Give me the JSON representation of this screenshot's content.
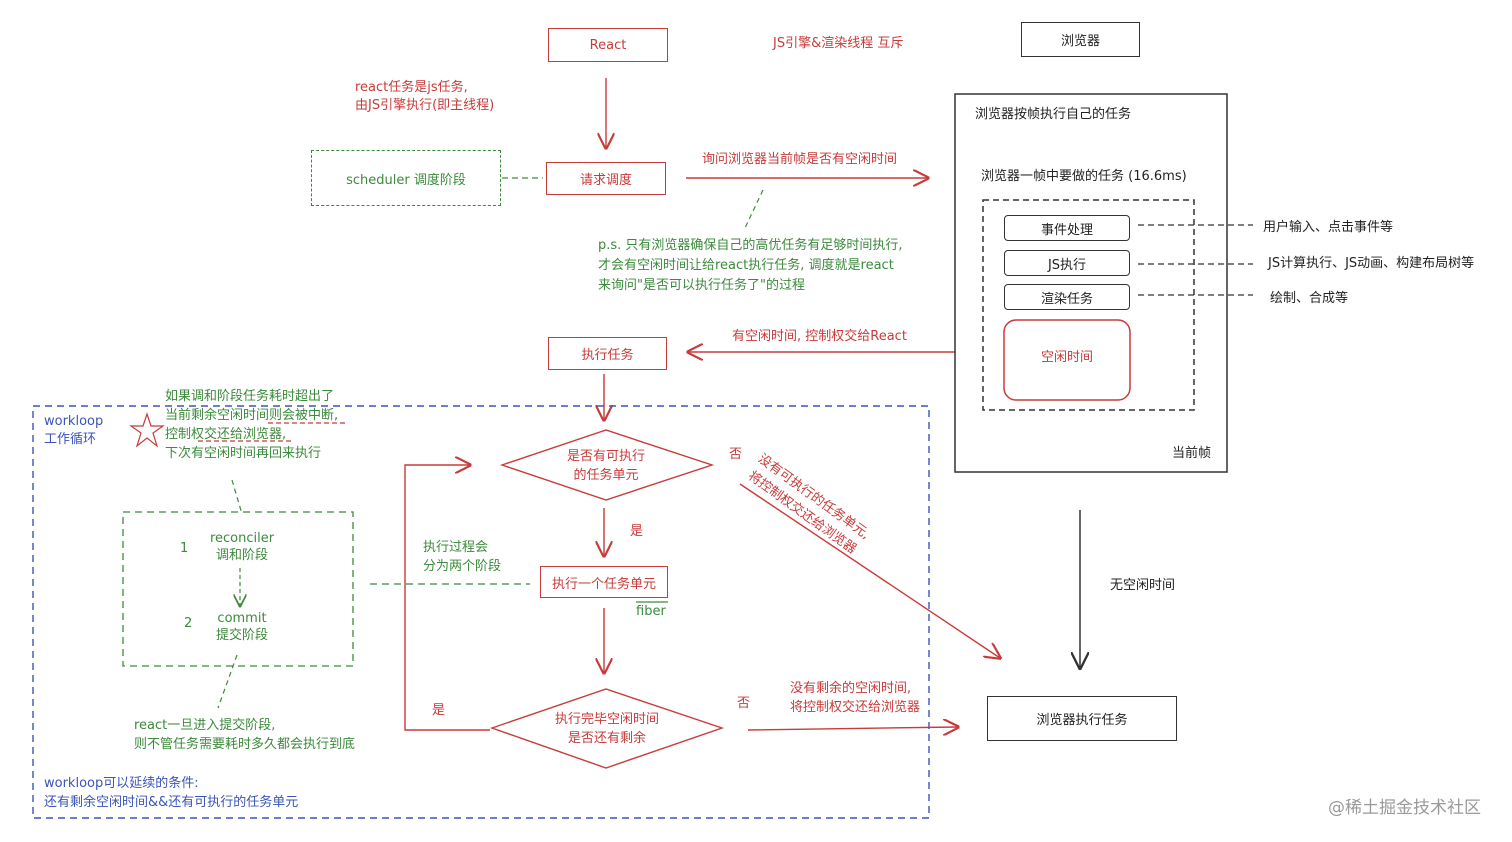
{
  "top": {
    "react_box": "React",
    "mutex_note": "JS引擎&渲染线程 互斥",
    "browser_box": "浏览器"
  },
  "notes": {
    "react_task_1": "react任务是js任务,",
    "react_task_2": "由JS引擎执行(即主线程)",
    "scheduler": "scheduler 调度阶段",
    "ask_browser": "询问浏览器当前帧是否有空闲时间",
    "ps_1": "p.s. 只有浏览器确保自己的高优任务有足够时间执行,",
    "ps_2": "才会有空闲时间让给react执行任务, 调度就是react",
    "ps_3": "来询问\"是否可以执行任务了\"的过程",
    "has_idle": "有空闲时间, 控制权交给React",
    "interrupt_1": "如果调和阶段任务耗时超出了",
    "interrupt_2": "当前剩余空闲时间则会被中断,",
    "interrupt_3": "控制权交还给浏览器,",
    "interrupt_4": "下次有空闲时间再回来执行",
    "workloop_1": "workloop",
    "workloop_2": "工作循环",
    "exec_phases_1": "执行过程会",
    "exec_phases_2": "分为两个阶段",
    "reconciler_num": "1",
    "reconciler_en": "reconciler",
    "reconciler_cn": "调和阶段",
    "commit_num": "2",
    "commit_en": "commit",
    "commit_cn": "提交阶段",
    "commit_note_1": "react一旦进入提交阶段,",
    "commit_note_2": "则不管任务需要耗时多久都会执行到底",
    "continue_1": "workloop可以延续的条件:",
    "continue_2": "还有剩余空闲时间&&还有可执行的任务单元",
    "fiber": "fiber",
    "no_unit_1": "没有可执行的任务单元,",
    "no_unit_2": "将控制权交还给浏览器",
    "no_idle_left_1": "没有剩余的空闲时间,",
    "no_idle_left_2": "将控制权交还给浏览器",
    "no_idle": "无空闲时间"
  },
  "flow": {
    "request_schedule": "请求调度",
    "execute_task": "执行任务",
    "decision_1_a": "是否有可执行",
    "decision_1_b": "的任务单元",
    "execute_unit": "执行一个任务单元",
    "decision_2_a": "执行完毕空闲时间",
    "decision_2_b": "是否还有剩余",
    "yes_1": "是",
    "no_1": "否",
    "yes_2": "是",
    "no_2": "否"
  },
  "browser_frame": {
    "title": "浏览器按帧执行自己的任务",
    "subtitle": "浏览器一帧中要做的任务 (16.6ms)",
    "items": [
      "事件处理",
      "JS执行",
      "渲染任务"
    ],
    "idle": "空闲时间",
    "current_frame": "当前帧",
    "item_notes": [
      "用户输入、点击事件等",
      "JS计算执行、JS动画、构建布局树等",
      "绘制、合成等"
    ]
  },
  "browser_execute": "浏览器执行任务",
  "watermark": "@稀土掘金技术社区",
  "colors": {
    "red": "#c83b3b",
    "green": "#3c8a3c",
    "blue": "#3b55b8",
    "black": "#222222"
  }
}
